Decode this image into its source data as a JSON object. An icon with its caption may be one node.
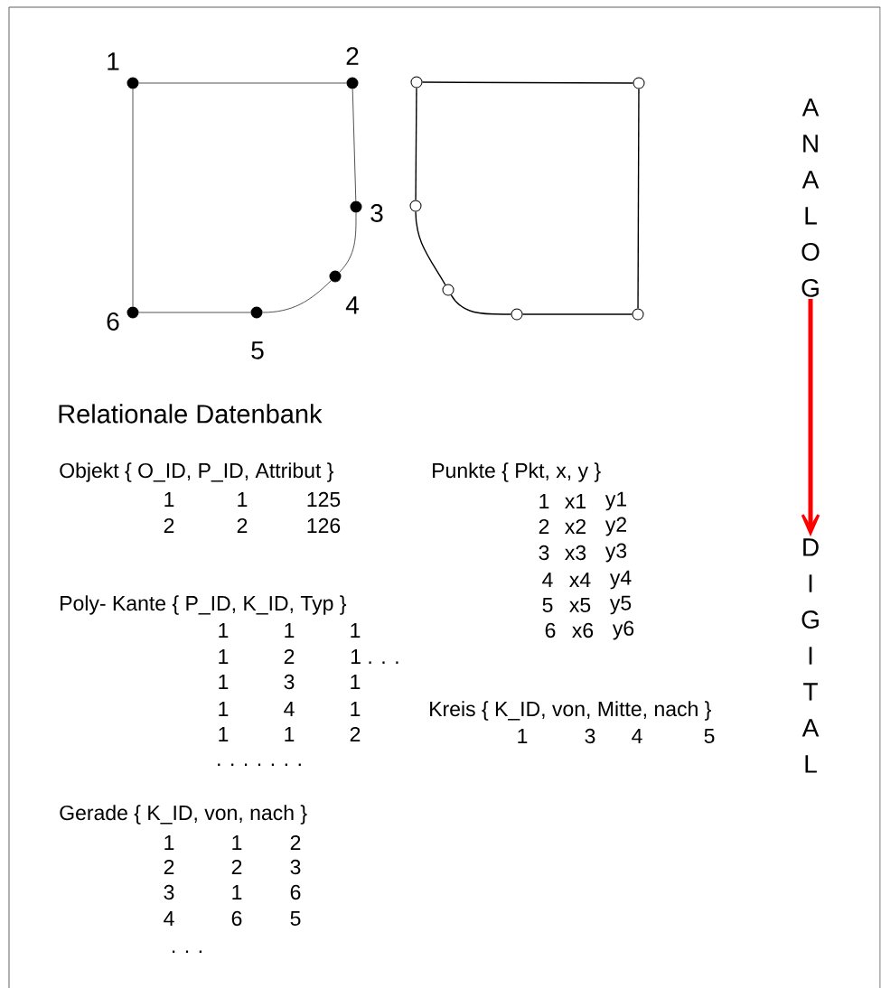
{
  "diagram": {
    "nodes": [
      {
        "text": [],
        "shape": "circle",
        "beside": [
          "1"
        ]
      },
      {
        "text": [],
        "shape": "circle",
        "beside": [
          "2"
        ]
      },
      {
        "text": [],
        "shape": "circle",
        "beside": [
          "3"
        ]
      },
      {
        "text": [],
        "shape": "circle",
        "beside": [
          "4"
        ]
      },
      {
        "text": [],
        "shape": "circle",
        "beside": [
          "5"
        ]
      },
      {
        "text": [],
        "shape": "circle",
        "beside": [
          "6"
        ]
      },
      {
        "text": [],
        "shape": "circle"
      },
      {
        "text": [],
        "shape": "circle"
      },
      {
        "text": [],
        "shape": "circle"
      },
      {
        "text": [],
        "shape": "circle"
      },
      {
        "text": [],
        "shape": "circle"
      },
      {
        "text": [],
        "shape": "circle"
      },
      {
        "text": [
          "ANALOG"
        ]
      },
      {
        "text": [
          "DIGITAL"
        ]
      }
    ],
    "edges": [
      {
        "from": 0,
        "to": 1,
        "arrow": "none"
      },
      {
        "from": 1,
        "to": 2,
        "arrow": "none"
      },
      {
        "from": 2,
        "to": 3,
        "arrow": "none"
      },
      {
        "from": 3,
        "to": 4,
        "arrow": "none"
      },
      {
        "from": 4,
        "to": 5,
        "arrow": "none"
      },
      {
        "from": 5,
        "to": 0,
        "arrow": "none"
      },
      {
        "from": 6,
        "to": 7,
        "arrow": "none"
      },
      {
        "from": 7,
        "to": 11,
        "arrow": "none"
      },
      {
        "from": 6,
        "to": 8,
        "arrow": "none"
      },
      {
        "from": 8,
        "to": 9,
        "arrow": "none"
      },
      {
        "from": 9,
        "to": 10,
        "arrow": "none"
      },
      {
        "from": 10,
        "to": 11,
        "arrow": "none"
      },
      {
        "from": 12,
        "to": 13,
        "arrow": "to",
        "style": "thick",
        "color": "#ff0000"
      }
    ],
    "labels": [
      "Relationale Datenbank",
      "Objekt { O_ID, P_ID, Attribut }",
      "1",
      "1",
      "125",
      "2",
      "2",
      "126",
      "Punkte { Pkt, x, y }",
      "1",
      "x1",
      "y1",
      "2",
      "x2",
      "y2",
      "3",
      "x3",
      "y3",
      "4",
      "x4",
      "y4",
      "5",
      "x5",
      "y5",
      "6",
      "x6",
      "y6",
      "Poly- Kante { P_ID, K_ID, Typ }",
      "1",
      "1",
      "1",
      "1",
      "2",
      "1 . . .",
      "1",
      "3",
      "1",
      "1",
      "4",
      "1",
      "1",
      "1",
      "2",
      ". . . . . . .",
      "Kreis { K_ID, von, Mitte, nach }",
      "1",
      "3",
      "4",
      "5",
      "Gerade { K_ID, von, nach }",
      "1",
      "1",
      "2",
      "2",
      "2",
      "3",
      "3",
      "1",
      "6",
      "4",
      "6",
      "5",
      ". . ."
    ]
  }
}
